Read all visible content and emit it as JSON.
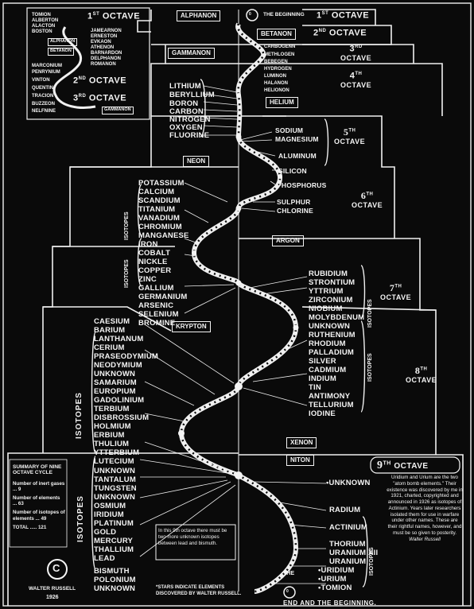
{
  "beginning_label": "THE BEGINNING",
  "end_label": "END AND THE BEGINNING.",
  "the_label": "THE",
  "octaves": {
    "o1": {
      "ord": "1",
      "sup": "ST",
      "word": "OCTAVE"
    },
    "o2": {
      "ord": "2",
      "sup": "ND",
      "word": "OCTAVE"
    },
    "o3": {
      "ord": "3",
      "sup": "RD",
      "word": "OCTAVE"
    },
    "o4": {
      "ord": "4",
      "sup": "TH",
      "word": "OCTAVE"
    },
    "o5": {
      "ord": "5",
      "sup": "TH",
      "word": "OCTAVE"
    },
    "o6": {
      "ord": "6",
      "sup": "TH",
      "word": "OCTAVE"
    },
    "o7": {
      "ord": "7",
      "sup": "TH",
      "word": "OCTAVE"
    },
    "o8": {
      "ord": "8",
      "sup": "TH",
      "word": "OCTAVE"
    },
    "o9": {
      "ord": "9",
      "sup": "TH",
      "word": "OCTAVE"
    }
  },
  "inset": {
    "octave1": {
      "ord": "1",
      "sup": "ST",
      "word": "OCTAVE"
    },
    "octave2": {
      "ord": "2",
      "sup": "ND",
      "word": "OCTAVE"
    },
    "octave3": {
      "ord": "3",
      "sup": "RD",
      "word": "OCTAVE"
    },
    "left_top": [
      "TOMION",
      "ALBERTON",
      "ALACTON",
      "BOSTON"
    ],
    "right_top": [
      "JAMEARNON",
      "ERNESTON",
      "EVKAON",
      "ATHENON",
      "BARNARDON",
      "DELPHANON",
      "ROMANON"
    ],
    "boxes": [
      "ALPHANON",
      "BETANON"
    ],
    "left_mid": [
      "MARCONIUM",
      "PENRYNIUM",
      "VINTON",
      "QUENTIN"
    ],
    "left_bot": [
      "TRACION",
      "BUZZEON",
      "NELFNINE"
    ],
    "gammanon": "GAMMANON"
  },
  "gases": {
    "alphanon": "ALPHANON",
    "betanon": "BETANON",
    "gammanon": "GAMMANON",
    "helium": "HELIUM",
    "neon": "NEON",
    "argon": "ARGON",
    "krypton": "KRYPTON",
    "xenon": "XENON",
    "niton": "NITON"
  },
  "elements": {
    "o3": [
      "CARBOGENN",
      "METHLOGEN",
      "BEBEGEN",
      "HYDROGEN",
      "LUMINON",
      "HALANON",
      "HELIONON"
    ],
    "o4": [
      "LITHIUM",
      "BERYLLIUM",
      "BORON",
      "CARBON",
      "NITROGEN",
      "OXYGEN",
      "FLUORINE"
    ],
    "o5": [
      "SODIUM",
      "MAGNESIUM",
      "ALUMINUM",
      "SILICON",
      "PHOSPHORUS",
      "SULPHUR",
      "CHLORINE"
    ],
    "o6": [
      "POTASSIUM",
      "CALCIUM",
      "SCANDIUM",
      "TITANIUM",
      "VANADIUM",
      "CHROMIUM",
      "MANGANESE",
      "IRON",
      "COBALT",
      "NICKLE",
      "COPPER",
      "ZINC",
      "GALLIUM",
      "GERMANIUM",
      "ARSENIC",
      "SELENIUM",
      "BROMINE"
    ],
    "o7": [
      "RUBIDIUM",
      "STRONTIUM",
      "YTTRIUM",
      "ZIRCONIUM",
      "NIOBIUM",
      "MOLYBDENUM",
      "UNKNOWN",
      "RUTHENIUM",
      "RHODIUM",
      "PALLADIUM",
      "SILVER",
      "CADMIUM",
      "INDIUM",
      "TIN",
      "ANTIMONY",
      "TELLURIUM",
      "IODINE"
    ],
    "o8": [
      "CAESIUM",
      "BARIUM",
      "LANTHANUM",
      "CERIUM",
      "PRASEODYMIUM",
      "NEODYMIUM",
      "UNKNOWN",
      "SAMARIUM",
      "EUROPIUM",
      "GADOLINIUM",
      "TERBIUM",
      "DISBROSSIUM",
      "HOLMIUM",
      "ERBIUM",
      "THULIUM",
      "YTTERBIUM",
      "LUTECIUM"
    ],
    "o9_left": [
      "UNKNOWN",
      "TANTALUM",
      "TUNGSTEN",
      "UNKNOWN",
      "OSMIUM",
      "IRIDIUM",
      "PLATINUM",
      "GOLD",
      "MERCURY",
      "THALLIUM",
      "LEAD",
      "BISMUTH",
      "POLONIUM",
      "UNKNOWN"
    ],
    "o9_right": [
      "UNKNOWN",
      "RADIUM",
      "ACTINIUM",
      "THORIUM",
      "URANIUM XII",
      "URANIUM",
      "URIDIUM",
      "URIUM",
      "TOMION"
    ]
  },
  "isotopes_label": "ISOTOPES",
  "summary": {
    "title": "SUMMARY OF NINE OCTAVE CYCLE",
    "rows": [
      {
        "label": "Number of inert gases",
        "value": "9"
      },
      {
        "label": "Number of elements",
        "value": "63"
      },
      {
        "label": "Number of isotopes of elements",
        "value": "49"
      },
      {
        "label": "TOTAL",
        "value": "121"
      }
    ]
  },
  "note_9th": "In this 9th octave there must be two more unknown isotopes between lead and bismuth.",
  "star_note": "*STARS INDICATE ELEMENTS DISCOVERED BY WALTER RUSSELL.",
  "signature": "WALTER RUSSELL",
  "year": "1926",
  "copyright_symbol": "C",
  "right_para": "Uridium and Urium are the two \"atom bomb elements.\" Their existence was discovered by me in 1921, charted, copyrighted and announced in 1926 as isotopes of Actinium. Years later researchers isolated them for use in warfare under other names. These are their rightful names, however, and must be so given to posterity.",
  "right_para_sig": "Walter Russell",
  "colors": {
    "background": "#0a0a0a",
    "ink": "#f4f4f4"
  }
}
